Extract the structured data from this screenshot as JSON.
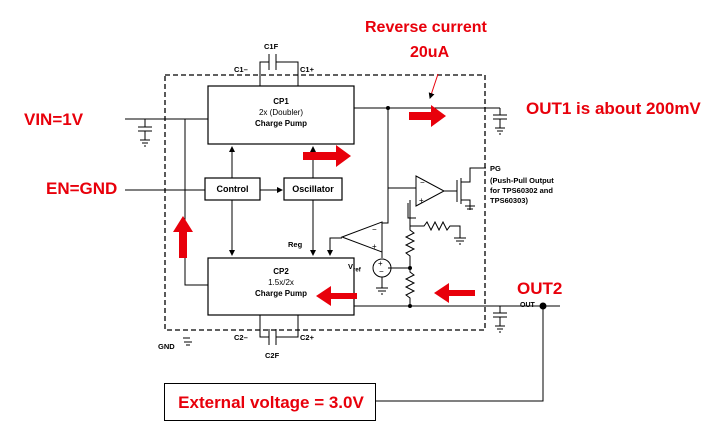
{
  "annotations": {
    "reverse_current_line1": "Reverse current",
    "reverse_current_line2": "20uA",
    "vin": "VIN=1V",
    "en": "EN=GND",
    "out1": "OUT1 is about 200mV",
    "out2": "OUT2",
    "external_voltage": "External voltage = 3.0V"
  },
  "blocks": {
    "cp1": {
      "line1": "CP1",
      "line2": "2x (Doubler)",
      "line3": "Charge Pump"
    },
    "cp2": {
      "line1": "CP2",
      "line2": "1.5x/2x",
      "line3": "Charge Pump"
    },
    "control": "Control",
    "oscillator": "Oscillator"
  },
  "pins": {
    "c1f": "C1F",
    "c1m": "C1–",
    "c1p": "C1+",
    "c2m": "C2–",
    "c2p": "C2+",
    "c2f": "C2F",
    "gnd": "GND",
    "reg": "Reg",
    "vref": "V",
    "vref_sub": "ref",
    "out": "OUT",
    "pg": "PG",
    "pg_desc1": "(Push-Pull Output",
    "pg_desc2": "for TPS60302 and",
    "pg_desc3": "TPS60303)"
  },
  "colors": {
    "annotation": "#e8000b",
    "line": "#000000"
  }
}
